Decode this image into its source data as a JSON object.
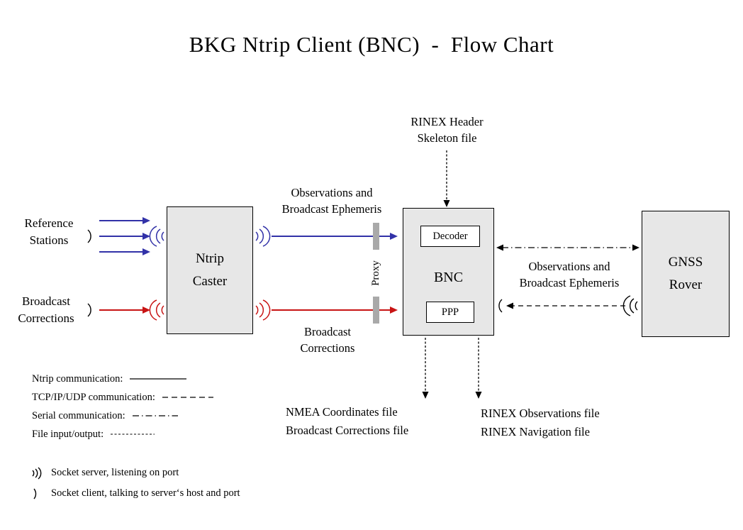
{
  "title": "BKG Ntrip Client (BNC)  -  Flow Chart",
  "colors": {
    "observations_blue": "#3232a8",
    "corrections_red": "#c81414",
    "node_fill": "#e7e7e7",
    "node_border": "#000000",
    "proxy_gray": "#a9a9a9",
    "line_black": "#000000"
  },
  "nodes": {
    "ntrip_caster": "Ntrip\nCaster",
    "bnc": "BNC",
    "decoder": "Decoder",
    "ppp": "PPP",
    "gnss_rover": "GNSS\nRover"
  },
  "labels": {
    "reference_stations": "Reference\nStations",
    "broadcast_corrections_left": "Broadcast\nCorrections",
    "observations_top": "Observations and\nBroadcast Ephemeris",
    "broadcast_corrections_mid": "Broadcast\nCorrections",
    "rinex_header_skeleton": "RINEX Header\nSkeleton file",
    "observations_right": "Observations and\nBroadcast Ephemeris",
    "proxy": "Proxy",
    "nmea_outputs": "NMEA Coordinates file\nBroadcast Corrections file",
    "rinex_outputs": "RINEX Observations file\nRINEX Navigation file"
  },
  "legend": {
    "items": [
      {
        "label": "Ntrip communication:",
        "style": "solid"
      },
      {
        "label": "TCP/IP/UDP communication:",
        "style": "dashed"
      },
      {
        "label": "Serial communication:",
        "style": "dashdot"
      },
      {
        "label": "File input/output:",
        "style": "dotted"
      }
    ],
    "socket_server": "Socket server, listening on port",
    "socket_client": "Socket client, talking to server‘s host and port"
  }
}
